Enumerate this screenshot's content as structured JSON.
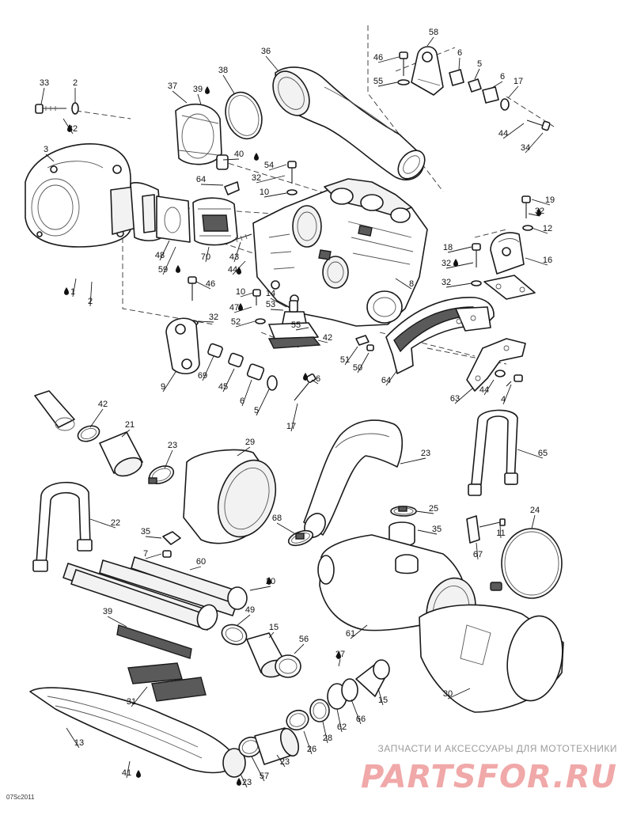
{
  "diagram": {
    "drawing_code": "07Sc2011",
    "watermark": {
      "tagline": "ЗАПЧАСТИ И АКСЕССУАРЫ ДЛЯ МОТОТЕХНИКИ",
      "brand": "PARTSFOR.RU"
    },
    "callouts": [
      "33",
      "2",
      "32",
      "3",
      "37",
      "39",
      "38",
      "36",
      "58",
      "46",
      "6",
      "5",
      "6",
      "17",
      "55",
      "44",
      "34",
      "40",
      "64",
      "54",
      "32",
      "10",
      "19",
      "32",
      "12",
      "48",
      "59",
      "70",
      "43",
      "44",
      "18",
      "16",
      "32",
      "1",
      "2",
      "46",
      "8",
      "32",
      "10",
      "14",
      "47",
      "53",
      "32",
      "52",
      "55",
      "42",
      "51",
      "50",
      "64",
      "63",
      "9",
      "69",
      "45",
      "6",
      "5",
      "6",
      "17",
      "44",
      "4",
      "42",
      "21",
      "23",
      "29",
      "23",
      "65",
      "22",
      "68",
      "25",
      "35",
      "35",
      "11",
      "24",
      "7",
      "67",
      "60",
      "20",
      "49",
      "39",
      "15",
      "61",
      "56",
      "27",
      "15",
      "30",
      "31",
      "66",
      "62",
      "28",
      "26",
      "13",
      "23",
      "57",
      "41",
      "23",
      "39",
      "39"
    ],
    "lubricant_marks": [
      "39",
      "44",
      "32",
      "32",
      "59",
      "44",
      "32",
      "32",
      "32",
      "44",
      "39",
      "30",
      "39",
      "39"
    ]
  }
}
